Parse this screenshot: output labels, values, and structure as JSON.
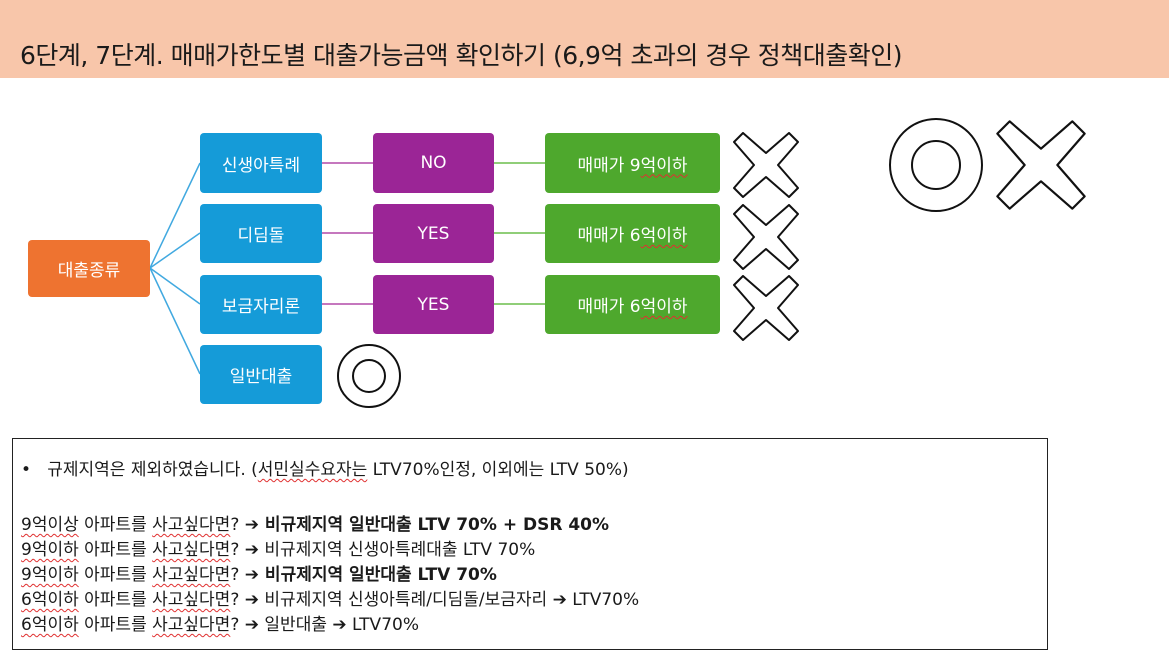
{
  "header": {
    "title": "6단계, 7단계. 매매가한도별 대출가능금액 확인하기 (6,9억 초과의 경우 정책대출확인)",
    "bg_color": "#f8c6aa"
  },
  "colors": {
    "orange": "#ee7330",
    "blue": "#159bd8",
    "purple": "#9b2596",
    "green": "#4ea82d"
  },
  "diagram": {
    "root": "대출종류",
    "rows": [
      {
        "loan": "신생아특례",
        "answer": "NO",
        "limit_pre": "매매가 9",
        "limit_u": "억이하",
        "mark": "x-icon"
      },
      {
        "loan": "디딤돌",
        "answer": "YES",
        "limit_pre": "매매가 6",
        "limit_u": "억이하",
        "mark": "x-icon"
      },
      {
        "loan": "보금자리론",
        "answer": "YES",
        "limit_pre": "매매가 6",
        "limit_u": "억이하",
        "mark": "x-icon"
      },
      {
        "loan": "일반대출",
        "mark": "o-icon"
      }
    ],
    "legend": [
      "o-icon",
      "x-icon"
    ]
  },
  "info": {
    "bullet": "•",
    "note": {
      "t1": "규제지역은 제외하였습니다. (",
      "u1": "서민실수요자는",
      "t2": " LTV70%인정, 이외에는 LTV 50%)"
    },
    "lines": [
      {
        "pre": "9억이상",
        "mid": " 아파트를 ",
        "u": "사고싶다면",
        "q": "? ",
        "arrow": "➔",
        "rest": " 비규제지역 일반대출 LTV 70% + DSR 40%",
        "bold": true
      },
      {
        "pre": "9억이하",
        "mid": " 아파트를 ",
        "u": "사고싶다면",
        "q": "? ",
        "arrow": "➔",
        "rest": " 비규제지역 신생아특례대출 LTV 70%",
        "bold": false
      },
      {
        "pre": "9억이하",
        "mid": " 아파트를 ",
        "u": "사고싶다면",
        "q": "? ",
        "arrow": "➔",
        "rest": " 비규제지역 일반대출 LTV 70%",
        "bold": true
      },
      {
        "pre": "6억이하",
        "mid": " 아파트를 ",
        "u": "사고싶다면",
        "q": "? ",
        "arrow": "➔",
        "rest": " 비규제지역 신생아특례/디딤돌/보금자리 ",
        "arrow2": "➔",
        "rest2": " LTV70%",
        "bold": false
      },
      {
        "pre": "6억이하",
        "mid": " 아파트를 ",
        "u": "사고싶다면",
        "q": "? ",
        "arrow": "➔",
        "rest": " 일반대출 ",
        "arrow2": "➔",
        "rest2": " LTV70%",
        "bold": false
      }
    ]
  }
}
